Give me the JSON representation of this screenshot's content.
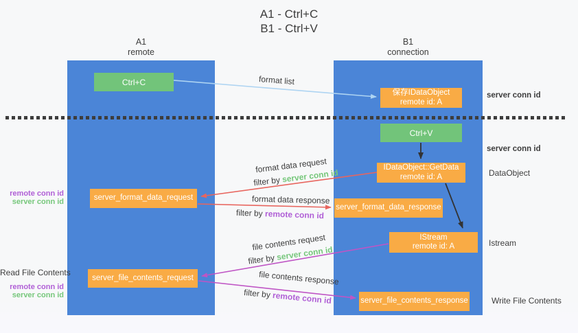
{
  "title": {
    "line1": "A1 - Ctrl+C",
    "line2": "B1 - Ctrl+V"
  },
  "lifelines": {
    "a1": {
      "name": "A1",
      "role": "remote"
    },
    "b1": {
      "name": "B1",
      "role": "connection"
    }
  },
  "nodes": {
    "ctrl_c": {
      "label": "Ctrl+C"
    },
    "ctrl_v": {
      "label": "Ctrl+V"
    },
    "save_idataobject": {
      "line1": "保存IDataObject",
      "line2": "remote id: A"
    },
    "idataobject_getdata": {
      "line1": "IDataObject::GetData",
      "line2": "remote id: A"
    },
    "istream": {
      "line1": "IStream",
      "line2": "remote id: A"
    },
    "server_format_data_request": {
      "label": "server_format_data_request"
    },
    "server_format_data_response": {
      "label": "server_format_data_response"
    },
    "server_file_contents_request": {
      "label": "server_file_contents_request"
    },
    "server_file_contents_response": {
      "label": "server_file_contents_response"
    }
  },
  "arrow_labels": {
    "format_list": "format list",
    "format_data_request": "format data request",
    "format_data_response": "format data response",
    "file_contents_request": "file contents request",
    "file_contents_response": "file contents response",
    "filter_by": "filter by",
    "server_conn_id": "server conn id",
    "remote_conn_id": "remote conn id"
  },
  "side_labels": {
    "server_conn_id_top": "server conn id",
    "server_conn_id_mid": "server conn id",
    "dataobject": "DataObject",
    "istream": "Istream",
    "write_file_contents": "Write File Contents",
    "read_file_contents": "Read File Contents",
    "remote_conn_id": "remote conn id",
    "server_conn_id": "server conn id"
  },
  "colors": {
    "lifeline_blue": "#4b85d7",
    "box_green": "#72c47a",
    "box_orange": "#f9ab45",
    "arrow_lightblue": "#aed4f2",
    "arrow_red": "#e8655e",
    "arrow_magenta": "#bf55c5",
    "arrow_black": "#333333",
    "dotted_line": "#3d3d3d",
    "text_dark": "#3d3d3d",
    "text_green": "#76c77b",
    "text_purple": "#b05fd6"
  }
}
